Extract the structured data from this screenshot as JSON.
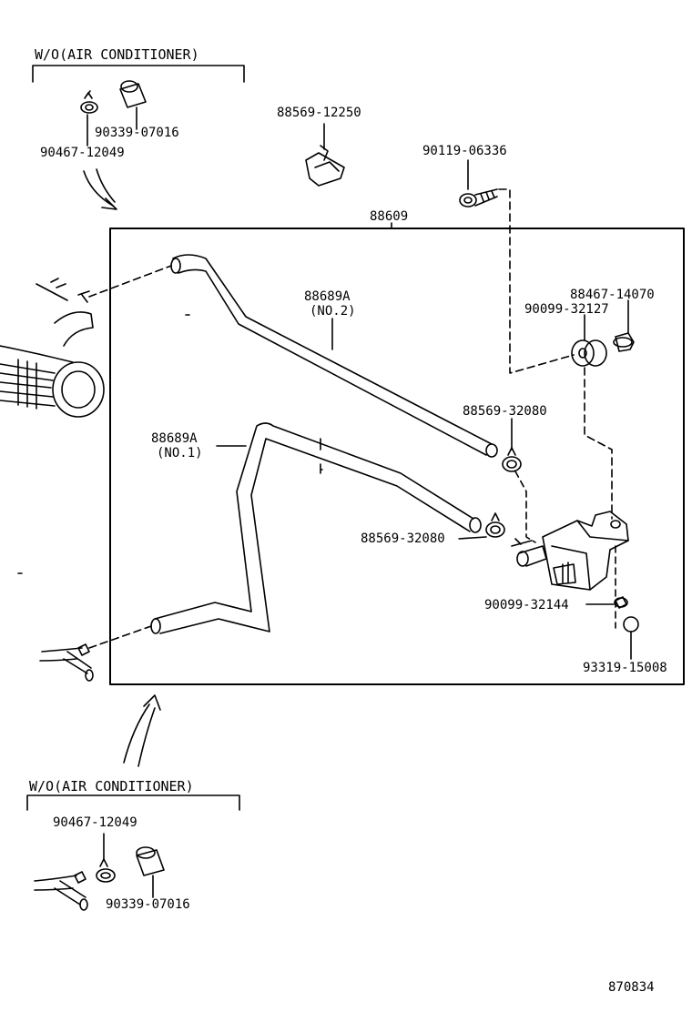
{
  "diagram": {
    "top_group": {
      "title": "W/O(AIR CONDITIONER)",
      "parts": {
        "clamp": "90467-12049",
        "hose": "90339-07016"
      }
    },
    "bottom_group": {
      "title": "W/O(AIR CONDITIONER)",
      "parts": {
        "clamp": "90467-12049",
        "hose": "90339-07016"
      }
    },
    "parts": {
      "clip_top": "88569-12250",
      "bolt": "90119-06336",
      "assembly": "88609",
      "hose_no2": "88689A",
      "hose_no2_sub": "(NO.2)",
      "hose_no1": "88689A",
      "hose_no1_sub": "(NO.1)",
      "collar": "88467-14070",
      "grommet": "90099-32127",
      "clamp_upper": "88569-32080",
      "clamp_lower": "88569-32080",
      "nut": "90099-32144",
      "washer": "93319-15008"
    },
    "figure_number": "870834",
    "colors": {
      "ink": "#000000",
      "paper": "#ffffff"
    }
  }
}
